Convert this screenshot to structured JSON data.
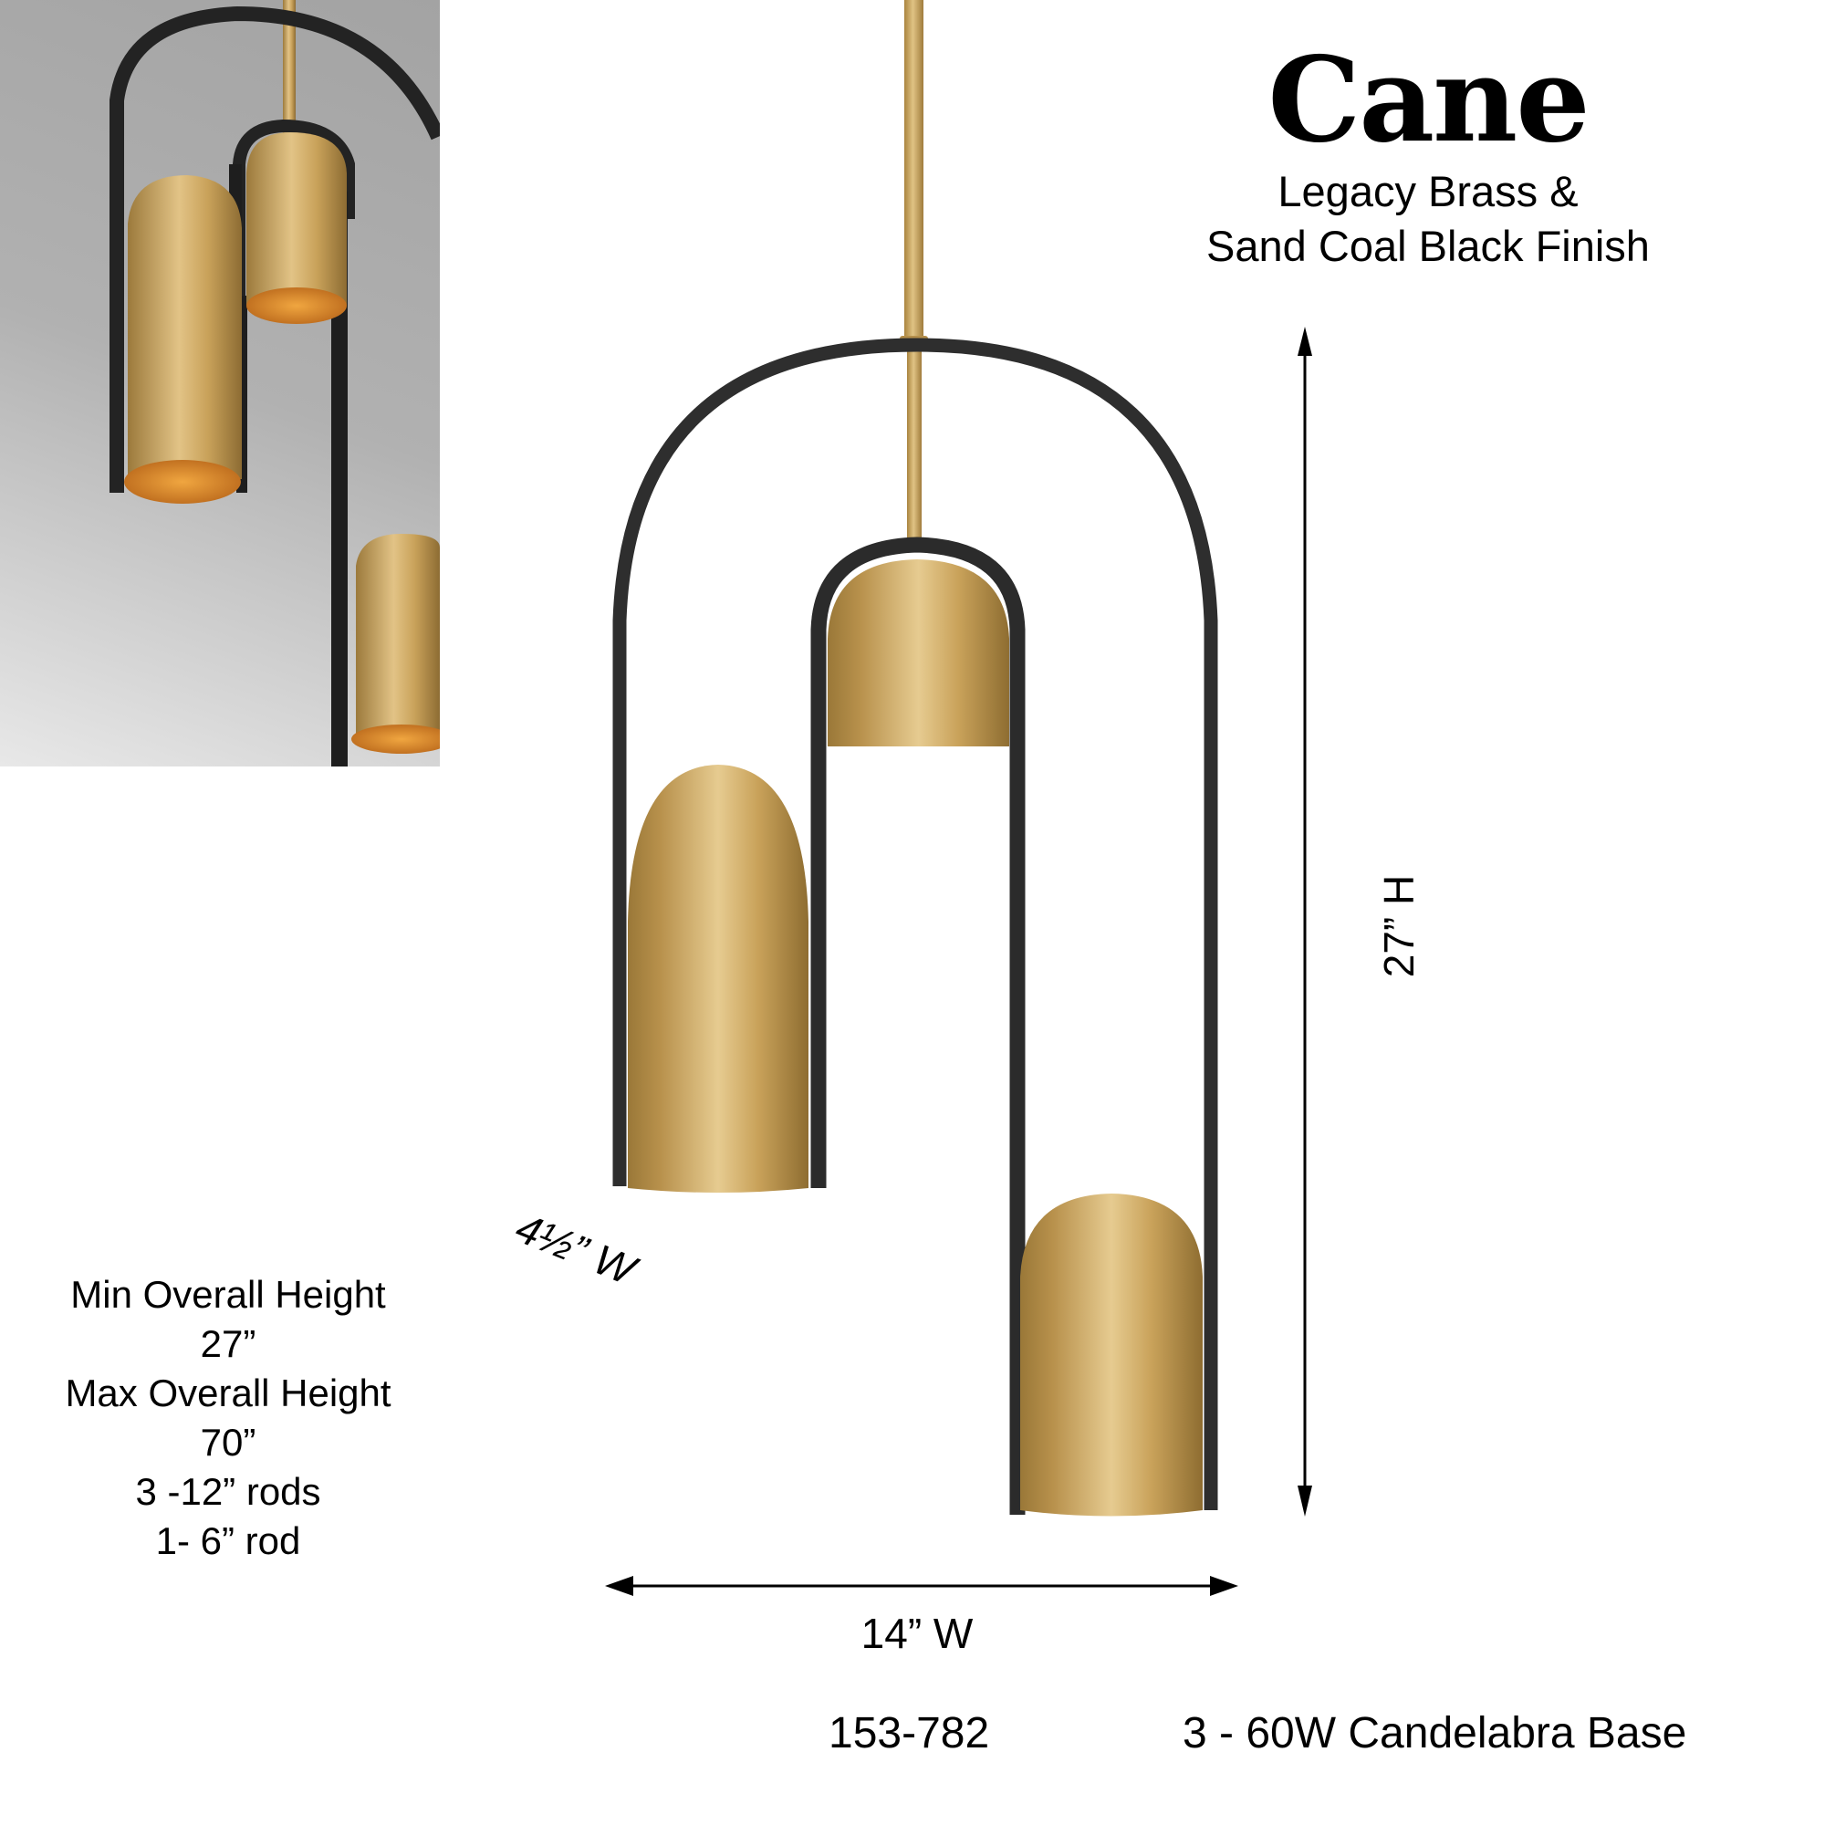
{
  "product": {
    "name": "Cane",
    "finish_line1": "Legacy Brass &",
    "finish_line2": "Sand Coal Black Finish",
    "model_number": "153-782",
    "bulbs": "3 - 60W Candelabra Base"
  },
  "specs": {
    "min_height_label": "Min Overall Height",
    "min_height_value": "27”",
    "max_height_label": "Max Overall Height",
    "max_height_value": "70”",
    "rods_12": "3 -12” rods",
    "rods_6": "1- 6” rod"
  },
  "dimensions": {
    "width": "14” W",
    "height": "27” H",
    "shade_width": "4½” W"
  },
  "colors": {
    "brass": "#c9a25a",
    "brass_light": "#e4c88d",
    "brass_dark": "#9c7a3c",
    "frame_black": "#2e2e2e",
    "shade_interior": "#e08a1e",
    "inset_background": "#a8a8a8",
    "text": "#000000"
  },
  "icons": {
    "width_arrow": "double-headed-horizontal-arrow",
    "height_arrow": "double-headed-vertical-arrow"
  }
}
